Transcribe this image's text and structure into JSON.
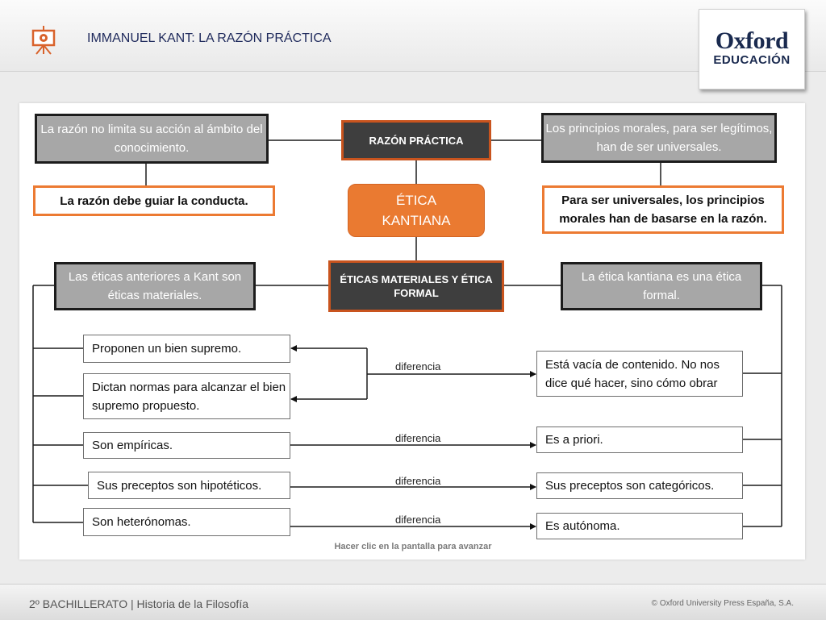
{
  "header": {
    "title": "IMMANUEL KANT: LA RAZÓN PRÁCTICA",
    "logo_line1": "Oxford",
    "logo_line2": "EDUCACIÓN"
  },
  "diagram": {
    "top_left": "La razón no limita su acción al ámbito del conocimiento.",
    "top_center": "RAZÓN PRÁCTICA",
    "top_right": "Los principios morales, para ser legítimos, han de ser universales.",
    "mid_left": "La razón debe guiar la conducta.",
    "center": "ÉTICA KANTIANA",
    "mid_right": "Para ser universales, los principios morales han de basarse en la razón.",
    "lower_left": "Las éticas anteriores a Kant son éticas materiales.",
    "lower_center": "ÉTICAS MATERIALES Y ÉTICA FORMAL",
    "lower_right": "La ética kantiana es una ética formal.",
    "left_items": [
      "Proponen un bien supremo.",
      "Dictan normas para alcanzar el bien supremo propuesto.",
      "Son empíricas.",
      "Sus preceptos son hipotéticos.",
      "Son heterónomas."
    ],
    "right_items": [
      "Está vacía de contenido. No nos dice qué hacer, sino cómo obrar",
      "Es a priori.",
      "Sus preceptos son categóricos.",
      "Es autónoma."
    ],
    "difference_label": "diferencia"
  },
  "hint": "Hacer clic en la pantalla para avanzar",
  "footer": {
    "course": "2º BACHILLERATO | Historia de la Filosofía",
    "copyright": "© Oxford University Press España, S.A."
  },
  "colors": {
    "accent_orange": "#ea7a31",
    "dark_box": "#3e3e3e",
    "grey_box": "#a7a7a7",
    "title_blue": "#1f2a5c"
  }
}
